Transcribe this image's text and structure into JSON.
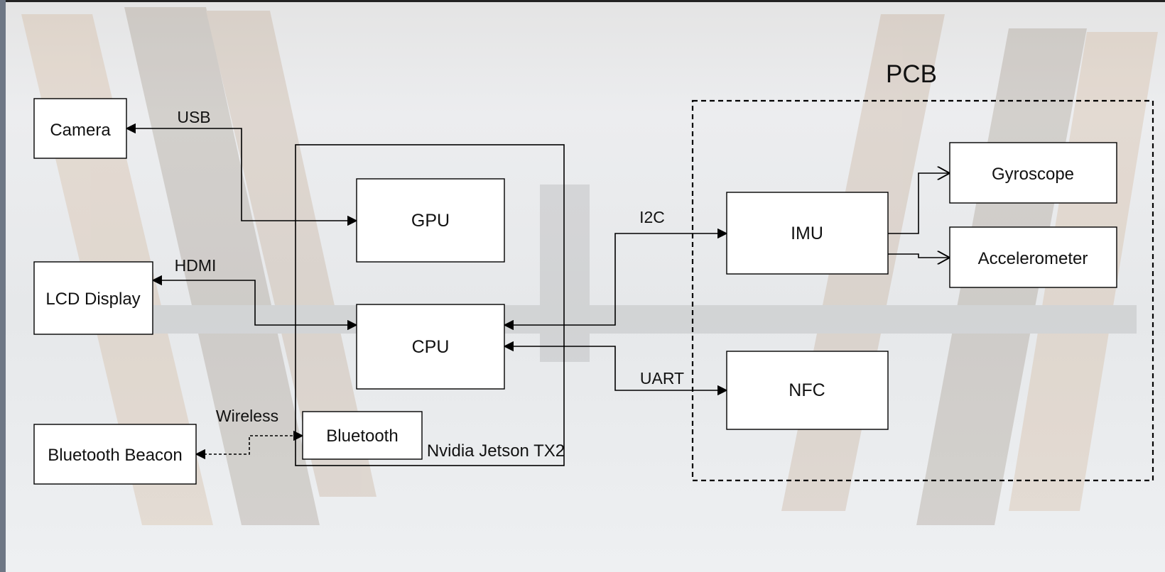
{
  "diagram": {
    "pcb_group": {
      "label": "PCB"
    },
    "jetson_group": {
      "label": "Nvidia Jetson TX2"
    },
    "nodes": {
      "camera": {
        "label": "Camera"
      },
      "lcd_display": {
        "label": "LCD Display"
      },
      "bluetooth_beacon": {
        "label": "Bluetooth Beacon"
      },
      "gpu": {
        "label": "GPU"
      },
      "cpu": {
        "label": "CPU"
      },
      "bluetooth": {
        "label": "Bluetooth"
      },
      "imu": {
        "label": "IMU"
      },
      "nfc": {
        "label": "NFC"
      },
      "gyroscope": {
        "label": "Gyroscope"
      },
      "accelerometer": {
        "label": "Accelerometer"
      }
    },
    "edges": {
      "usb": {
        "label": "USB"
      },
      "hdmi": {
        "label": "HDMI"
      },
      "wireless": {
        "label": "Wireless"
      },
      "i2c": {
        "label": "I2C"
      },
      "uart": {
        "label": "UART"
      }
    }
  }
}
